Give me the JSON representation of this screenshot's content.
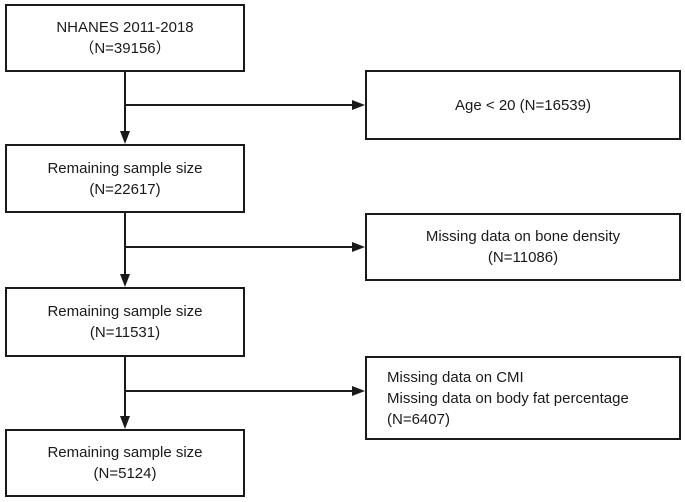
{
  "flow": {
    "left_boxes": [
      {
        "name": "nhanes-total",
        "lines": [
          "NHANES 2011-2018",
          "（N=39156）"
        ]
      },
      {
        "name": "remaining-22617",
        "lines": [
          "Remaining sample size",
          "(N=22617)"
        ]
      },
      {
        "name": "remaining-11531",
        "lines": [
          "Remaining sample size",
          "(N=11531)"
        ]
      },
      {
        "name": "remaining-5124",
        "lines": [
          "Remaining sample size",
          "(N=5124)"
        ]
      }
    ],
    "right_boxes": [
      {
        "name": "excluded-age",
        "lines": [
          "Age < 20 (N=16539)"
        ]
      },
      {
        "name": "excluded-bone-density",
        "lines": [
          "Missing data on bone density",
          "(N=11086)"
        ]
      },
      {
        "name": "excluded-cmi-bodyfat",
        "lines": [
          "Missing data on CMI",
          "Missing data on body fat percentage",
          "(N=6407)"
        ]
      }
    ],
    "colors": {
      "border": "#1a1a1a",
      "text": "#1a1a1a",
      "background": "#ffffff"
    }
  }
}
